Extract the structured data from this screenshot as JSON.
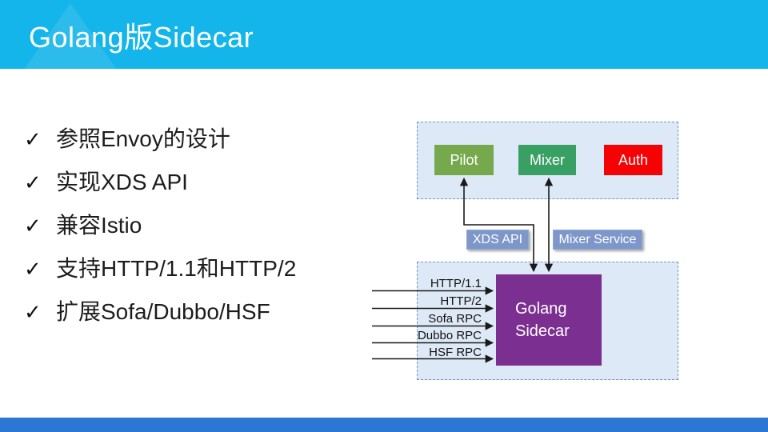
{
  "header": {
    "title": "Golang版Sidecar"
  },
  "bullets": {
    "marker": "✓",
    "items": [
      "参照Envoy的设计",
      "实现XDS API",
      "兼容Istio",
      "支持HTTP/1.1和HTTP/2",
      "扩展Sofa/Dubbo/HSF"
    ]
  },
  "diagram": {
    "nodes": {
      "pilot": "Pilot",
      "mixer": "Mixer",
      "auth": "Auth"
    },
    "connections": {
      "xds_api": "XDS API",
      "mixer_service": "Mixer Service"
    },
    "sidecar": {
      "line1": "Golang",
      "line2": "Sidecar"
    },
    "protocols": [
      "HTTP/1.1",
      "HTTP/2",
      "Sofa RPC",
      "Dubbo RPC",
      "HSF RPC"
    ]
  },
  "colors": {
    "header_bg": "#13b5ea",
    "pilot_green": "#76a94b",
    "mixer_green": "#39a064",
    "auth_red": "#f50205",
    "sidecar_purple": "#7b2f90",
    "connector_label_bg": "#7e97ca",
    "panel_bg": "#dde9f6",
    "panel_border": "#7396bd",
    "footer_bar_blue": "#2c77d4"
  }
}
